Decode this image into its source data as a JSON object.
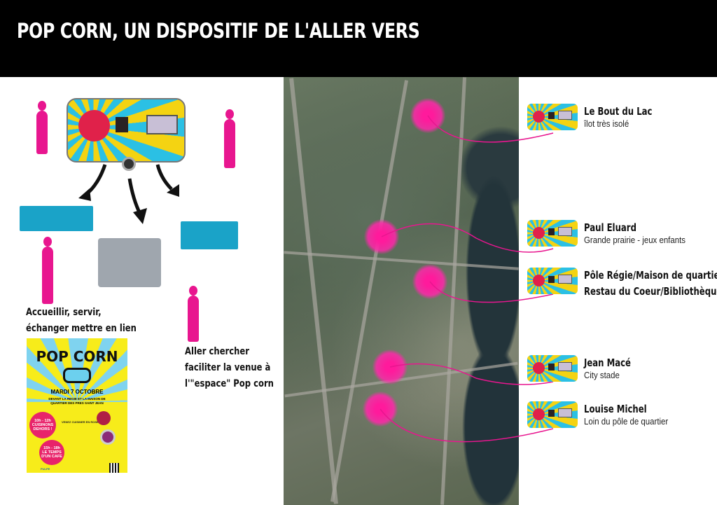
{
  "title": "POP CORN, UN DISPOSITIF DE L'ALLER VERS",
  "captions": {
    "left": [
      "Accueillir, servir,",
      "échanger mettre en lien"
    ],
    "right": [
      "Aller chercher",
      "faciliter la venue à",
      "l'\"espace\" Pop corn"
    ]
  },
  "poster": {
    "title": "POP CORN",
    "date": "MARDI 7 OCTOBRE",
    "location": "DEVANT LA REGIE ET LA MAISON DE QUARTIER DES PRES SAINT JEAN",
    "event1_time": "10h - 12h",
    "event1_title": "CUISINONS DEHORS !",
    "event1_heading": "VENEZ CUISINER EN ROSE",
    "event2_time": "15h - 18h",
    "event2_title": "LE TEMPS D'UN CAFE",
    "footer": "PULPE"
  },
  "stops": [
    {
      "name": "Le Bout du Lac",
      "desc": "îlot très isolé"
    },
    {
      "name": "Paul Eluard",
      "desc": "Grande prairie - jeux enfants"
    },
    {
      "name": "Pôle Régie/Maison de quartier/",
      "desc": "Restau du Coeur/Bibliothèque"
    },
    {
      "name": "Jean Macé",
      "desc": "City stade"
    },
    {
      "name": "Louise Michel",
      "desc": "Loin du pôle de quartier"
    }
  ],
  "colors": {
    "accent": "#e8168f",
    "header": "#000000"
  }
}
